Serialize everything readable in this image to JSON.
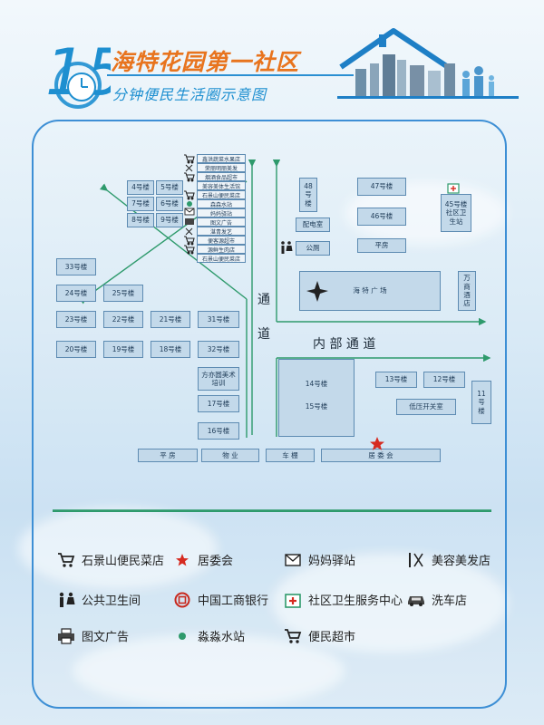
{
  "header": {
    "logo_number": "15",
    "title": "海特花园第一社区",
    "subtitle": "分钟便民生活圈示意图"
  },
  "roads": {
    "vertical_label": [
      "通",
      "道"
    ],
    "inner_road": "内 部 通 道"
  },
  "buildings": {
    "b4": "4号楼",
    "b5": "5号楼",
    "b6": "6号楼",
    "b7": "7号楼",
    "b8": "8号楼",
    "b9": "9号楼",
    "b33": "33号楼",
    "b24": "24号楼",
    "b25": "25号楼",
    "b23": "23号楼",
    "b22": "22号楼",
    "b21": "21号楼",
    "b31": "31号楼",
    "b20": "20号楼",
    "b19": "19号楼",
    "b18": "18号楼",
    "b32": "32号楼",
    "art_school": "方亦圆美术\n培训",
    "b17": "17号楼",
    "b16": "16号楼",
    "b48": "48\n号\n楼",
    "b47": "47号楼",
    "b46": "46号楼",
    "b45": "45号楼\n社区卫\n生站",
    "power_room": "配电室",
    "toilet": "公厕",
    "bungalow_right": "平房",
    "plaza": "海  特  广  场",
    "wanshang": "万\n商\n酒\n店",
    "b14": "14号楼",
    "b15": "15号楼",
    "b13": "13号楼",
    "b12": "12号楼",
    "b11": "11\n号\n楼",
    "low_voltage": "低压开关室",
    "bottom_bungalow": "平  房",
    "property": "物   业",
    "garage": "车  棚",
    "committee": "居  委  会"
  },
  "shops": [
    "鑫洪蔬菜水果店",
    "荣丽明丽美发",
    "烟酒食品超市",
    "美容美体生活馆",
    "石景山便民菜店",
    "森森水站",
    "妈妈驿站",
    "图文广告",
    "湛青发艺",
    "便客源超市",
    "源鲜生肉店",
    "石景山便民菜店"
  ],
  "legend": [
    {
      "icon": "cart-icon",
      "label": "石景山便民菜店"
    },
    {
      "icon": "star-icon",
      "label": "居委会"
    },
    {
      "icon": "envelope-icon",
      "label": "妈妈驿站"
    },
    {
      "icon": "scissors-icon",
      "label": "美容美发店"
    },
    {
      "icon": "restroom-icon",
      "label": "公共卫生间"
    },
    {
      "icon": "bank-icon",
      "label": "中国工商银行"
    },
    {
      "icon": "health-icon",
      "label": "社区卫生服务中心"
    },
    {
      "icon": "car-icon",
      "label": "洗车店"
    },
    {
      "icon": "printer-icon",
      "label": "图文广告"
    },
    {
      "icon": "dot-icon",
      "label": "淼淼水站"
    },
    {
      "icon": "cart-icon",
      "label": "便民超市"
    }
  ],
  "colors": {
    "title_orange": "#e8741e",
    "accent_blue": "#1e8fd0",
    "road_green": "#2e9a6c",
    "building_fill": "#c3d9ea",
    "star_red": "#d62b20"
  }
}
